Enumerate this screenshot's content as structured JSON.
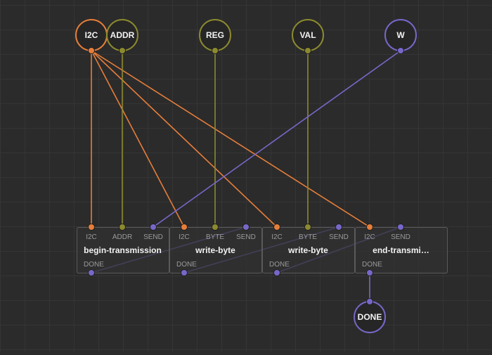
{
  "colors": {
    "background": "#2b2b2b",
    "grid": "#353535",
    "node_fill": "#313131",
    "node_border": "#5a5a5a",
    "port_fill": "#202020",
    "i2c": "#e67e3a",
    "byte": "#8c8a2f",
    "pulse": "#7867c9",
    "label": "#f2f2f2",
    "pin_label": "#9a9a9a"
  },
  "terminals": [
    {
      "id": "t-i2c",
      "label": "I2C",
      "kind": "i2c",
      "icon": "orange-circle"
    },
    {
      "id": "t-addr",
      "label": "ADDR",
      "kind": "byte",
      "icon": "olive-circle"
    },
    {
      "id": "t-reg",
      "label": "REG",
      "kind": "byte",
      "icon": "olive-circle"
    },
    {
      "id": "t-val",
      "label": "VAL",
      "kind": "byte",
      "icon": "olive-circle"
    },
    {
      "id": "t-w",
      "label": "W",
      "kind": "pulse",
      "icon": "purple-circle"
    },
    {
      "id": "t-done",
      "label": "DONE",
      "kind": "pulse",
      "icon": "purple-circle"
    }
  ],
  "nodes": [
    {
      "id": "n1",
      "title": "begin-transmission",
      "inputs": [
        {
          "label": "I2C",
          "kind": "i2c"
        },
        {
          "label": "ADDR",
          "kind": "byte"
        },
        {
          "label": "SEND",
          "kind": "pulse"
        }
      ],
      "outputs": [
        {
          "label": "DONE",
          "kind": "pulse"
        }
      ]
    },
    {
      "id": "n2",
      "title": "write-byte",
      "inputs": [
        {
          "label": "I2C",
          "kind": "i2c"
        },
        {
          "label": "BYTE",
          "kind": "byte"
        },
        {
          "label": "SEND",
          "kind": "pulse"
        }
      ],
      "outputs": [
        {
          "label": "DONE",
          "kind": "pulse"
        }
      ]
    },
    {
      "id": "n3",
      "title": "write-byte",
      "inputs": [
        {
          "label": "I2C",
          "kind": "i2c"
        },
        {
          "label": "BYTE",
          "kind": "byte"
        },
        {
          "label": "SEND",
          "kind": "pulse"
        }
      ],
      "outputs": [
        {
          "label": "DONE",
          "kind": "pulse"
        }
      ]
    },
    {
      "id": "n4",
      "title": "end-transmi…",
      "inputs": [
        {
          "label": "I2C",
          "kind": "i2c"
        },
        {
          "label": "SEND",
          "kind": "pulse"
        }
      ],
      "outputs": [
        {
          "label": "DONE",
          "kind": "pulse"
        }
      ]
    }
  ],
  "links": [
    {
      "from": "t-i2c",
      "to": "n1.in.0",
      "kind": "i2c"
    },
    {
      "from": "t-i2c",
      "to": "n2.in.0",
      "kind": "i2c"
    },
    {
      "from": "t-i2c",
      "to": "n3.in.0",
      "kind": "i2c"
    },
    {
      "from": "t-i2c",
      "to": "n4.in.0",
      "kind": "i2c"
    },
    {
      "from": "t-addr",
      "to": "n1.in.1",
      "kind": "byte"
    },
    {
      "from": "t-reg",
      "to": "n2.in.1",
      "kind": "byte"
    },
    {
      "from": "t-val",
      "to": "n3.in.1",
      "kind": "byte"
    },
    {
      "from": "t-w",
      "to": "n1.in.2",
      "kind": "pulse"
    },
    {
      "from": "n1.out.0",
      "to": "n2.in.2",
      "kind": "pulse"
    },
    {
      "from": "n2.out.0",
      "to": "n3.in.2",
      "kind": "pulse"
    },
    {
      "from": "n3.out.0",
      "to": "n4.in.1",
      "kind": "pulse"
    },
    {
      "from": "n4.out.0",
      "to": "t-done",
      "kind": "pulse"
    }
  ]
}
